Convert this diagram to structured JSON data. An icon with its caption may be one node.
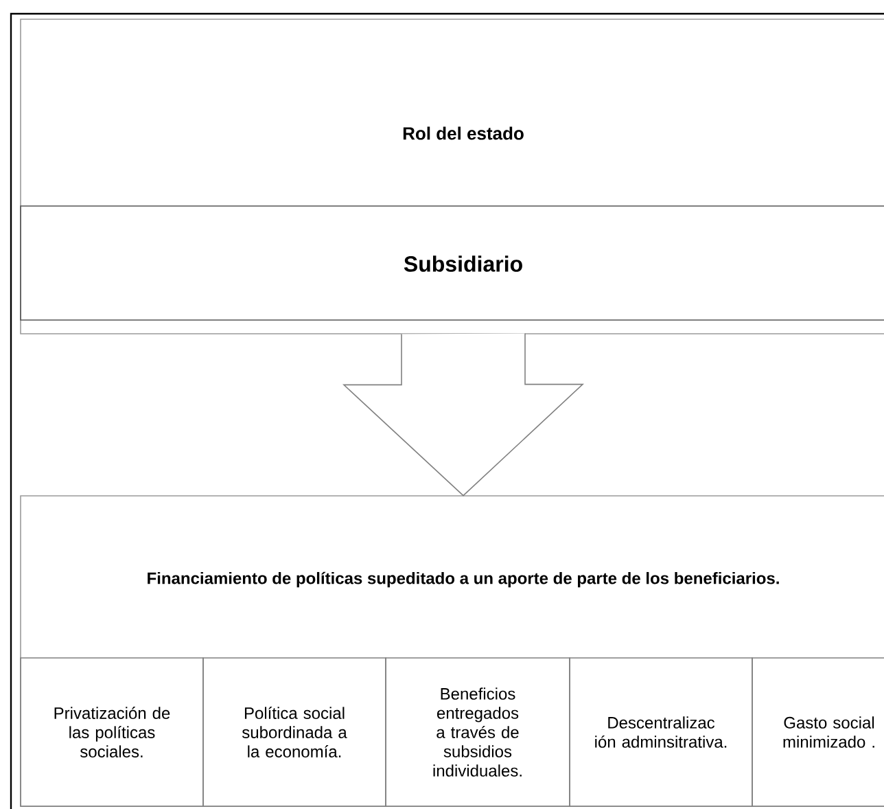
{
  "diagram": {
    "nodes": [
      {
        "text": [
          "Rol del estado"
        ]
      },
      {
        "text": [
          "Subsidiario"
        ],
        "in": 0
      },
      {
        "text": [
          "Financiamiento de políticas supeditado a un aporte de parte de los beneficiarios."
        ]
      },
      {
        "text": [
          "Privatización de las políticas sociales."
        ],
        "in": 2
      },
      {
        "text": [
          "Política social subordinada a la economía."
        ],
        "in": 2
      },
      {
        "text": [
          "Beneficios entregados a través de subsidios individuales."
        ],
        "in": 2
      },
      {
        "text": [
          "Descentralizac ión adminsitrativa."
        ],
        "in": 2
      },
      {
        "text": [
          "Gasto social minimizado ."
        ],
        "in": 2
      }
    ],
    "edges": [
      {
        "from": 1,
        "to": 2,
        "arrow": "to"
      }
    ]
  }
}
